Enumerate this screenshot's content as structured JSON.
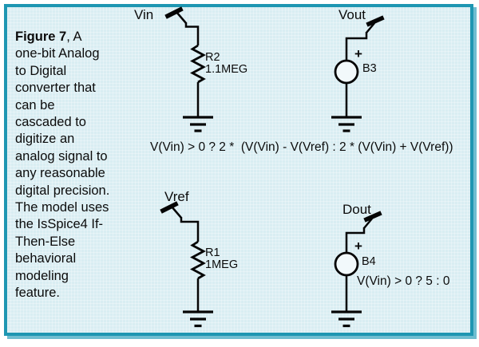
{
  "caption": {
    "line1_bold": "Figure 7",
    "line1_rest": ", A",
    "lines": [
      "one-bit Analog",
      "to Digital",
      "converter that",
      "can be",
      "cascaded to",
      "digitize an",
      "analog signal to",
      "any reasonable",
      "digital precision.",
      "The model uses",
      "the IsSpice4 If-",
      "Then-Else",
      "behavioral",
      "modeling",
      "feature."
    ]
  },
  "equation": "V(Vin) > 0 ? 2 *  (V(Vin) - V(Vref) : 2 * (V(Vin) + V(Vref))",
  "circuits": {
    "vin": {
      "node": "Vin",
      "ref": "R2",
      "value": "1.1MEG"
    },
    "vout": {
      "node": "Vout",
      "ref": "B3",
      "polarity": "+"
    },
    "vref": {
      "node": "Vref",
      "ref": "R1",
      "value": "1MEG"
    },
    "dout": {
      "node": "Dout",
      "ref": "B4",
      "polarity": "+",
      "expression": "V(Vin) > 0 ? 5 : 0"
    }
  },
  "colors": {
    "frame_border": "#1e96b2",
    "background_fill": "#d9edf2",
    "ink": "#000000"
  }
}
